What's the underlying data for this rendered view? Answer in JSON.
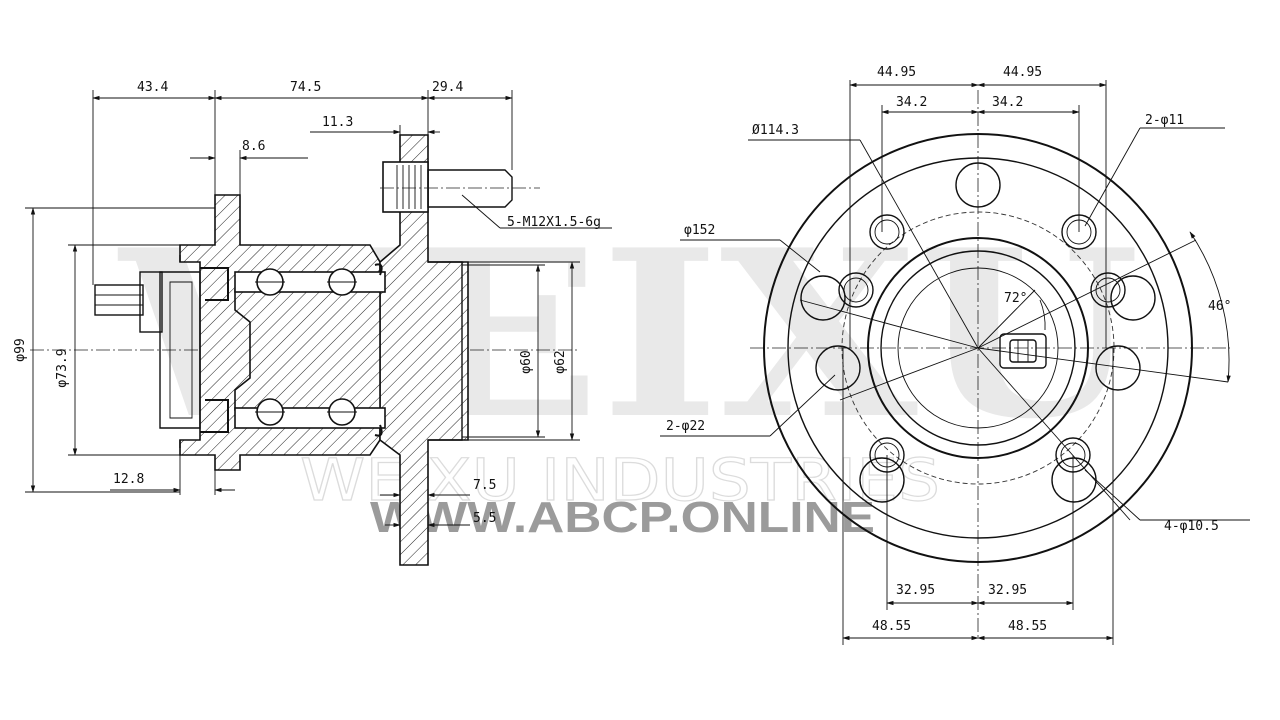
{
  "watermark": {
    "brand": "WEIXU",
    "company": "WEIXU INDUSTRIES",
    "site": "WWW.ABCP.ONLINE"
  },
  "side_view": {
    "dims": {
      "d_43_4": "43.4",
      "d_74_5": "74.5",
      "d_29_4": "29.4",
      "d_11_3": "11.3",
      "d_8_6": "8.6",
      "d_12_8": "12.8",
      "d_7_5": "7.5",
      "d_5_5": "5.5",
      "d_phi99": "φ99",
      "d_phi73_9": "φ73.9",
      "d_phi60": "φ60",
      "d_phi62": "φ62",
      "stud_callout": "5-M12X1.5-6g"
    }
  },
  "front_view": {
    "dims": {
      "top_44_95_l": "44.95",
      "top_44_95_r": "44.95",
      "top_34_2_l": "34.2",
      "top_34_2_r": "34.2",
      "pcd": "Ø114.3",
      "hole_2_phi11": "2-φ11",
      "flange_phi152": "φ152",
      "angle_72": "72°",
      "angle_46": "46°",
      "hole_2_phi22": "2-φ22",
      "hole_4_phi10_5": "4-φ10.5",
      "bot_32_95_l": "32.95",
      "bot_32_95_r": "32.95",
      "bot_48_55_l": "48.55",
      "bot_48_55_r": "48.55"
    }
  }
}
